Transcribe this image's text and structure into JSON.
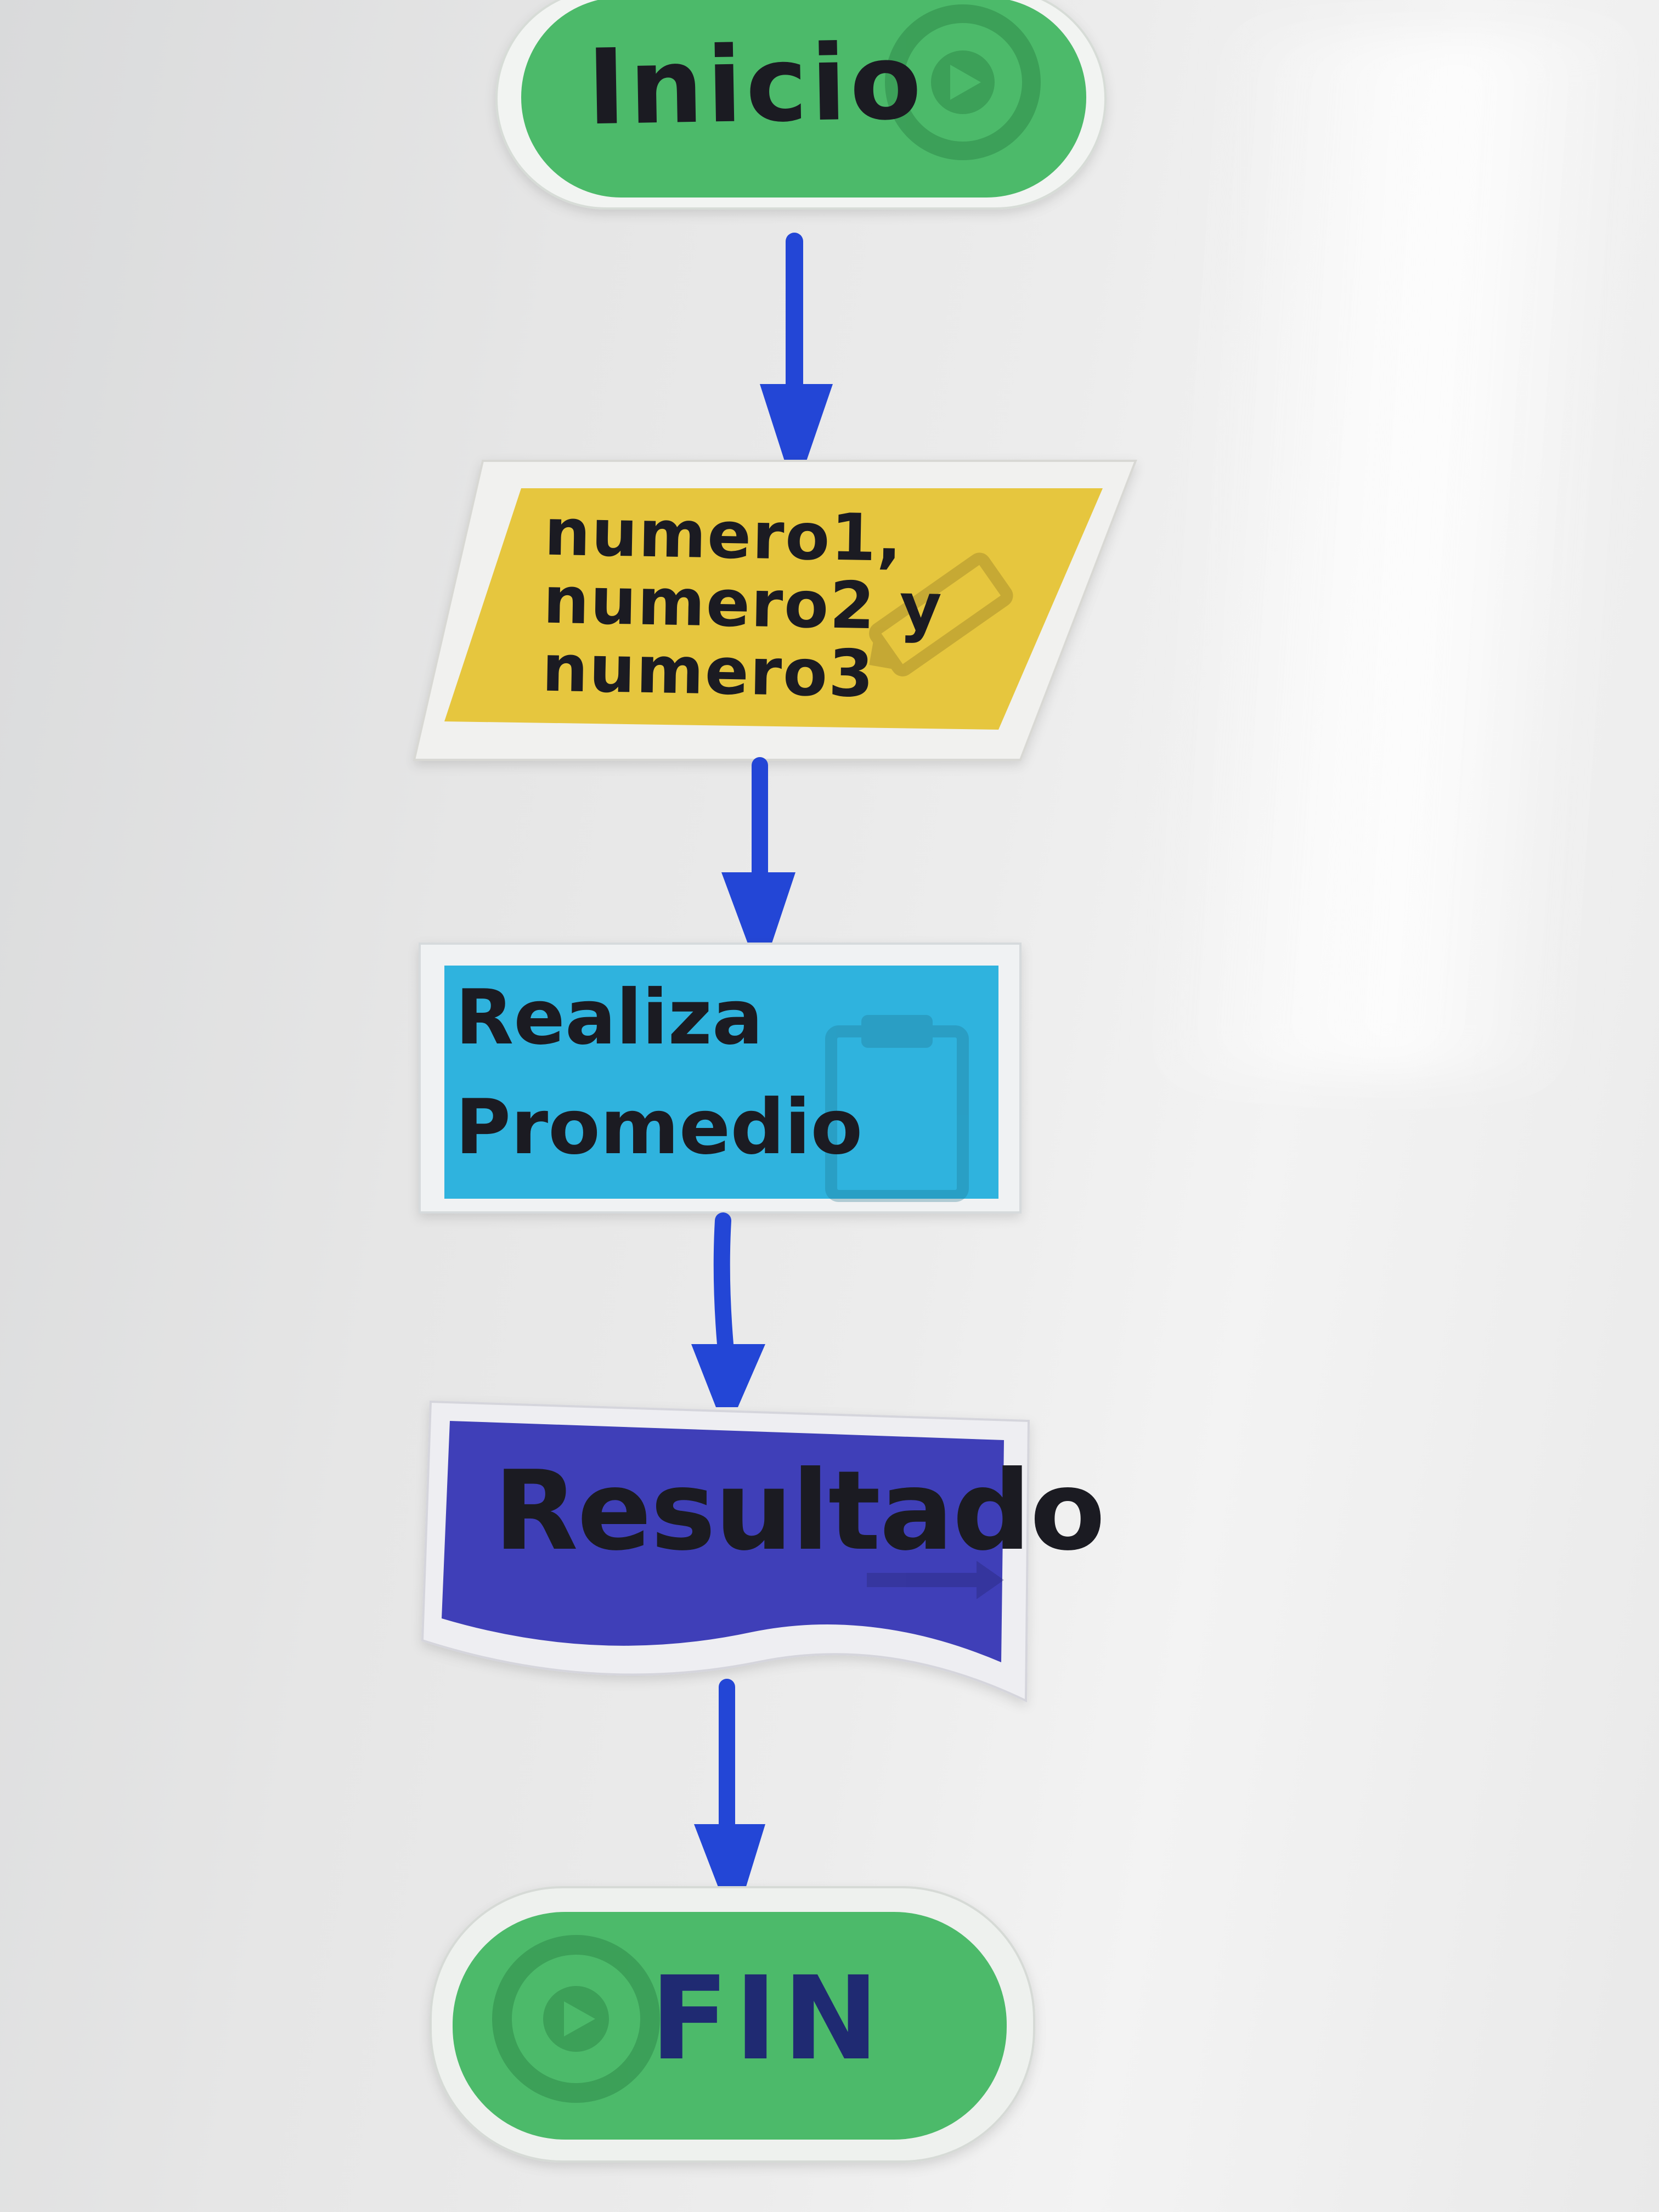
{
  "diagram": {
    "nodes": [
      {
        "id": "start",
        "shape": "terminator",
        "label": "Inicio",
        "color": "#4cba6a",
        "icon": "play-circle-icon"
      },
      {
        "id": "input",
        "shape": "parallelogram",
        "label": "numero1,\nnumero2 y\nnumero3",
        "color": "#e6c63e",
        "icon": "pencil-icon"
      },
      {
        "id": "process",
        "shape": "rectangle",
        "label": "Realiza\nPromedio",
        "color": "#2fb3de",
        "icon": "clipboard-icon"
      },
      {
        "id": "output",
        "shape": "document",
        "label": "Resultado",
        "color": "#3f3fb8",
        "icon": "arrow-icon"
      },
      {
        "id": "end",
        "shape": "terminator",
        "label": "FIN",
        "color": "#4cba6a",
        "icon": "play-circle-icon"
      }
    ],
    "edges": [
      {
        "from": "start",
        "to": "input"
      },
      {
        "from": "input",
        "to": "process"
      },
      {
        "from": "process",
        "to": "output"
      },
      {
        "from": "output",
        "to": "end"
      }
    ],
    "colors": {
      "marker": "#2346d6",
      "ink": "#1b1b22",
      "board": "#e6e6e6"
    }
  }
}
